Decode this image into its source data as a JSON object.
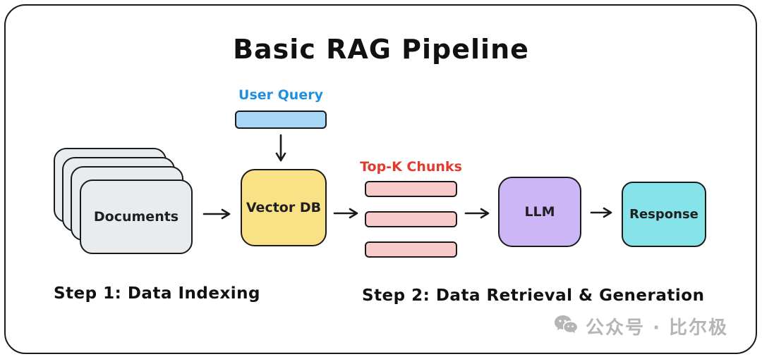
{
  "title": "Basic RAG Pipeline",
  "nodes": {
    "user_query": "User Query",
    "documents": "Documents",
    "vector_db": "Vector DB",
    "top_k_chunks": "Top-K Chunks",
    "llm": "LLM",
    "response": "Response"
  },
  "chunks_count": 3,
  "steps": {
    "step1": "Step 1: Data Indexing",
    "step2": "Step 2: Data Retrieval & Generation"
  },
  "watermark": "公众号 · 比尔极",
  "colors": {
    "user_query_fill": "#a8d8f8",
    "user_query_label": "#1f8fe0",
    "documents_fill": "#e9ecee",
    "vector_db_fill": "#f9e286",
    "chunks_fill": "#f8caca",
    "chunks_label": "#e5392c",
    "llm_fill": "#cdb6f6",
    "response_fill": "#86e3ea",
    "outline": "#1a1a1a",
    "watermark_gray": "#b5b5b5"
  }
}
